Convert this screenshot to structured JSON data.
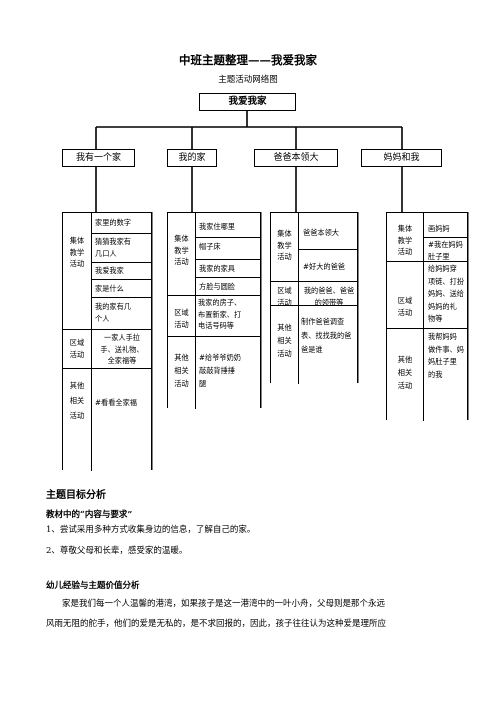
{
  "doc": {
    "title": "中班主题整理——我爱我家",
    "subtitle": "主题活动网络图",
    "root": "我爱我家"
  },
  "branches": [
    "我有一个家",
    "我的家",
    "爸爸本领大",
    "妈妈和我"
  ],
  "col1": {
    "label_group": "集体\n教学\n活动",
    "group_items": [
      "家里的数字",
      "猜猜我家有\n几口人",
      "我爱我家",
      "家是什么",
      "我的家有几\n个人"
    ],
    "label_region": "区域\n活动",
    "region_items": [
      "一家人手拉\n手、送礼物、\n全家福等"
    ],
    "label_other": "其他\n相关\n活动",
    "other_items": [
      "#看看全家福"
    ]
  },
  "col2": {
    "label_group": "集体\n教学\n活动",
    "group_items": [
      "我家住哪里",
      "帽子床",
      "我家的家具",
      "方脸与圆脸"
    ],
    "label_region": "区域\n活动",
    "region_items": [
      "我家的房子、\n布置新家、打\n电话号码等"
    ],
    "label_other": "其他\n相关\n活动",
    "other_items": [
      "#给爷爷奶奶\n敲敲背捶捶\n腿"
    ]
  },
  "col3": {
    "label_group": "集体\n教学\n活动",
    "group_items": [
      "爸爸本领大",
      "#好大的爸爸"
    ],
    "label_region": "区域\n活动",
    "region_items": [
      "我的爸爸、爸爸\n的领带等"
    ],
    "label_other": "其他\n相关\n活动",
    "other_items": [
      "制作爸爸调查\n表、找找我的爸\n爸是谁"
    ]
  },
  "col4": {
    "label_group": "集体\n教学\n活动",
    "group_items": [
      "画妈妈",
      "#我在妈妈\n肚子里"
    ],
    "label_region": "区域\n活动",
    "region_items": [
      "给妈妈穿\n项链、打扮\n妈妈、送给\n妈妈的礼\n物等"
    ],
    "label_other": "其他\n相关\n活动",
    "other_items": [
      "我帮妈妈\n做件事、妈\n妈肚子里\n的我"
    ]
  },
  "analysis": {
    "heading": "主题目标分析",
    "section1": "教材中的“内容与要求”",
    "item1": "1、尝试采用多种方式收集身边的信息，了解自己的家。",
    "item2": "2、尊敬父母和长辈，感受家的温暖。",
    "section2": "幼儿经验与主题价值分析",
    "para_line1": "家是我们每一个人温馨的港湾，如果孩子是这一港湾中的一叶小舟，父母则是那个永远",
    "para_line2": "风雨无阻的舵手，他们的爱是无私的，是不求回报的，因此，孩子往往认为这种爱是理所应"
  }
}
